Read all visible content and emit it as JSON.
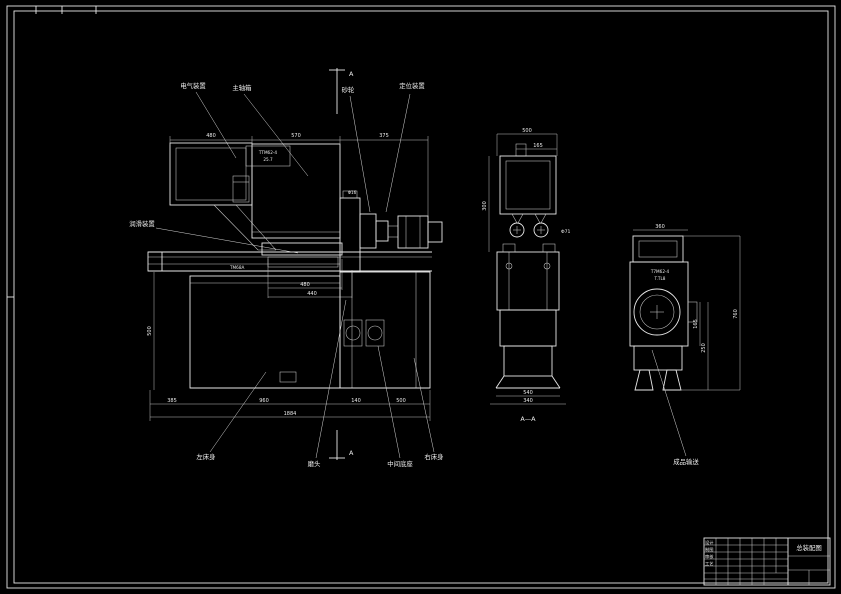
{
  "page": {
    "background": "#000000",
    "line_color": "#e8e8e8"
  },
  "section_marks": {
    "a": "A",
    "aa": "A—A"
  },
  "labels": {
    "electrical": "电气装置",
    "headstock": "主轴箱",
    "wheel": "砂轮",
    "positioning": "定位装置",
    "lubrication": "润滑装置",
    "left_bed": "左床身",
    "grind_head": "磨头",
    "mid_base": "中间底座",
    "right_bed": "右床身",
    "conveyor": "成品输送"
  },
  "models": {
    "main": "TTM62-4",
    "main_sub": "25.7",
    "bed": "TM68A",
    "side": "T7M62-4",
    "side_sub": "T.TL8"
  },
  "dims": {
    "main_top_1": "480",
    "main_top_2": "570",
    "main_top_3": "375",
    "main_left": "500",
    "table_1": "480",
    "table_2": "440",
    "spindle": "Φ16",
    "bottom_1": "385",
    "bottom_2": "960",
    "bottom_3": "140",
    "bottom_4": "500",
    "total": "1884",
    "side_top": "500",
    "side_top2": "165",
    "side_left": "300",
    "side_phi": "Φ71",
    "side_bottom_1": "540",
    "side_bottom_2": "340",
    "right_top": "360",
    "right_mid_1": "165",
    "right_mid_2": "250",
    "right_right": "760"
  },
  "title_block": {
    "title": "总装配图",
    "rows": [
      "设计",
      "制图",
      "审核",
      "工艺"
    ]
  }
}
